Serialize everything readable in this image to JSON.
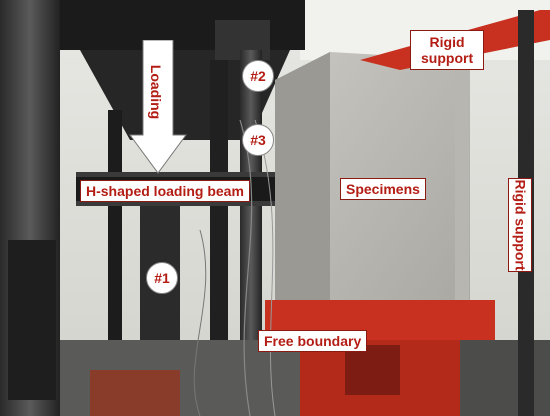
{
  "labels": {
    "loading": "Loading",
    "h_beam": "H-shaped loading beam",
    "specimens": "Specimens",
    "rigid_support_top": "Rigid\nsupport",
    "rigid_support_right": "Rigid support",
    "free_boundary": "Free boundary",
    "gauge_1": "#1",
    "gauge_2": "#2",
    "gauge_3": "#3"
  },
  "colors": {
    "label_text": "#b31d14",
    "label_bg": "#ffffff",
    "frame_red": "#c8311f",
    "concrete": "#b8b6b0"
  }
}
